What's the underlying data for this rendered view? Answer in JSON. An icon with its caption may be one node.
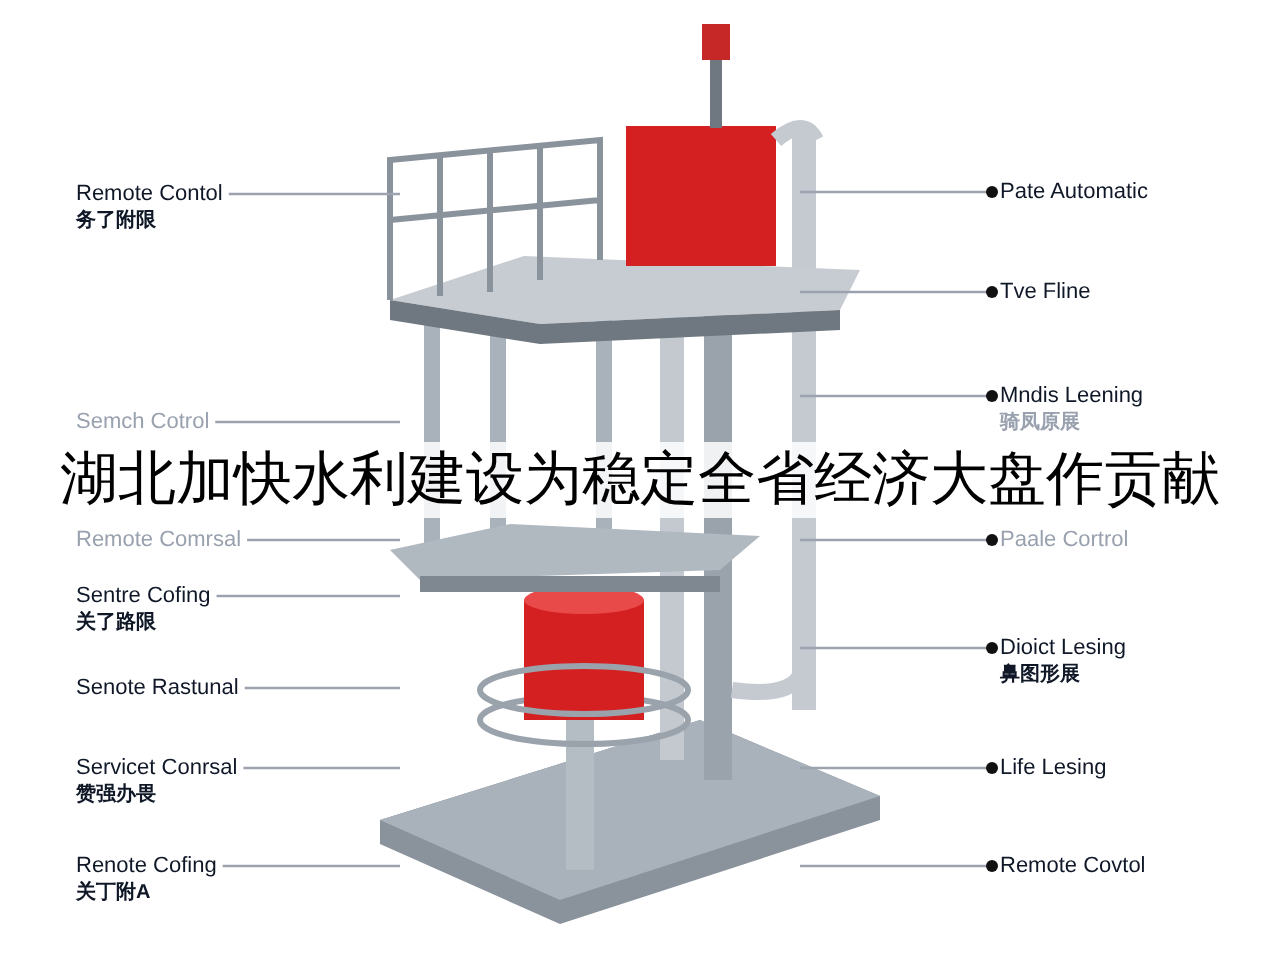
{
  "diagram": {
    "title": "湖北加快水利建设为稳定全省经济大盘作贡献",
    "nodes": [
      {
        "text": [
          "Remote Contol",
          "务了附限"
        ]
      },
      {
        "text": [
          "Semch Cotrol"
        ]
      },
      {
        "text": [
          "Remote Comrsal"
        ]
      },
      {
        "text": [
          "Sentre Cofing",
          "关了路限"
        ]
      },
      {
        "text": [
          "Senote Rastunal"
        ]
      },
      {
        "text": [
          "Servicet Conrsal",
          "赞强办畏"
        ]
      },
      {
        "text": [
          "Renote Cofing",
          "关丁附A"
        ]
      },
      {
        "text": [
          "Pate Automatic"
        ]
      },
      {
        "text": [
          "Tve Fline"
        ]
      },
      {
        "text": [
          "Mndis Leening",
          "骑凤原展"
        ]
      },
      {
        "text": [
          "Paale Cortrol"
        ]
      },
      {
        "text": [
          "Dioict Lesing",
          "鼻图形展"
        ]
      },
      {
        "text": [
          "Life Lesing"
        ]
      },
      {
        "text": [
          "Remote Covtol"
        ]
      }
    ],
    "edges": [
      {
        "from": 0,
        "to": null,
        "arrow": "none"
      },
      {
        "from": 1,
        "to": null,
        "arrow": "none"
      },
      {
        "from": 2,
        "to": null,
        "arrow": "none"
      },
      {
        "from": 3,
        "to": null,
        "arrow": "none"
      },
      {
        "from": 4,
        "to": null,
        "arrow": "none"
      },
      {
        "from": 5,
        "to": null,
        "arrow": "none"
      },
      {
        "from": 6,
        "to": null,
        "arrow": "none"
      },
      {
        "from": 7,
        "to": null,
        "arrow": "other"
      },
      {
        "from": 8,
        "to": null,
        "arrow": "other"
      },
      {
        "from": 9,
        "to": null,
        "arrow": "other"
      },
      {
        "from": 10,
        "to": null,
        "arrow": "other"
      },
      {
        "from": 11,
        "to": null,
        "arrow": "other"
      },
      {
        "from": 12,
        "to": null,
        "arrow": "other"
      },
      {
        "from": 13,
        "to": null,
        "arrow": "other"
      }
    ]
  }
}
